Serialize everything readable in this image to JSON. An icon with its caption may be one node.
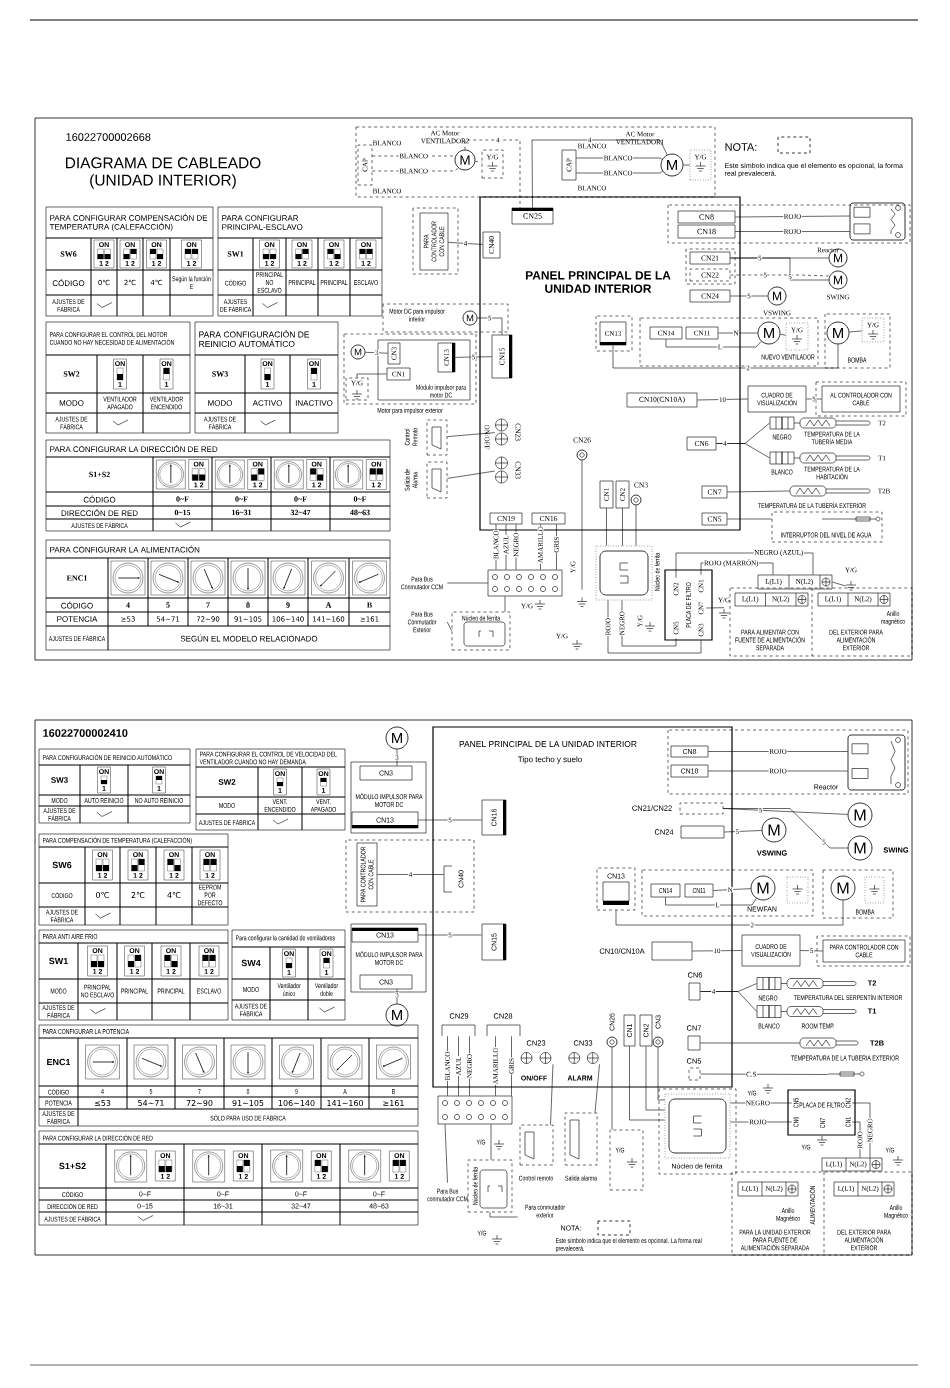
{
  "diagram": {
    "title": "DIAGRAMA DE CABLEADO (UNIDAD INTERIOR)",
    "nodes": [
      {
        "text": [
          "PANEL PRINCIPAL DE LA UNIDAD INTERIOR"
        ]
      },
      {
        "text": [
          "CN25"
        ],
        "in": 0
      },
      {
        "text": [
          "CN40"
        ],
        "in": 0
      },
      {
        "text": [
          "CN15"
        ],
        "in": 0
      },
      {
        "text": [
          "CN8"
        ],
        "in": 0
      },
      {
        "text": [
          "CN18"
        ],
        "in": 0
      },
      {
        "text": [
          "CN21"
        ],
        "in": 0
      },
      {
        "text": [
          "CN22"
        ],
        "in": 0
      },
      {
        "text": [
          "CN24"
        ],
        "in": 0
      },
      {
        "text": [
          "CN13"
        ],
        "in": 0
      },
      {
        "text": [
          "CN14"
        ],
        "in": 0
      },
      {
        "text": [
          "CN11"
        ],
        "in": 0
      },
      {
        "text": [
          "CN10(CN10A)"
        ],
        "in": 0
      },
      {
        "text": [
          "CN6"
        ],
        "in": 0
      },
      {
        "text": [
          "CN7"
        ],
        "in": 0
      },
      {
        "text": [
          "CN5"
        ],
        "in": 0
      },
      {
        "text": [
          "CN26"
        ],
        "in": 0
      },
      {
        "text": [
          "CN1"
        ],
        "in": 0
      },
      {
        "text": [
          "CN2"
        ],
        "in": 0
      },
      {
        "text": [
          "CN3"
        ],
        "in": 0
      },
      {
        "text": [
          "CN23"
        ],
        "in": 0
      },
      {
        "text": [
          "CN33"
        ],
        "in": 0
      },
      {
        "text": [
          "CN19"
        ],
        "in": 0
      },
      {
        "text": [
          "CN16"
        ],
        "in": 0
      },
      {
        "text": [
          "M"
        ],
        "beside": [
          "AC Motor VENTILADOR2"
        ]
      },
      {
        "text": [
          "M"
        ]
      },
      {
        "text": [
          "CAP"
        ]
      },
      {
        "text": [
          "CAP"
        ]
      },
      {
        "text": [
          "Y/G"
        ]
      },
      {
        "text": [
          "Y/G"
        ]
      },
      {
        "text": [
          "PARA CONTROLADOR CON CABLE"
        ]
      },
      {
        "text": [
          "M"
        ],
        "beside": [
          "Motor DC para impulsor interior"
        ]
      },
      {
        "text": [
          "Módulo impulsor para motor DC"
        ]
      },
      {
        "text": [
          "CN3"
        ],
        "in": 32
      },
      {
        "text": [
          "CN1"
        ],
        "in": 32
      },
      {
        "text": [
          "CN13"
        ],
        "in": 32
      },
      {
        "text": [
          "M"
        ]
      },
      {
        "text": [
          "Y/G"
        ]
      },
      {
        "text": [],
        "shape": "box",
        "beside": [
          "Control Remoto"
        ]
      },
      {
        "text": [],
        "shape": "box",
        "beside": [
          "Salida de Alarma"
        ]
      },
      {
        "text": [
          "M"
        ]
      },
      {
        "text": [
          "Y/G"
        ]
      },
      {
        "text": [
          "M"
        ],
        "beside": [
          "BOMBA"
        ]
      },
      {
        "text": [
          "Y/G"
        ]
      },
      {
        "text": [],
        "shape": "picture"
      },
      {
        "text": [
          "M"
        ]
      },
      {
        "text": [
          "M"
        ],
        "beside": [
          "SWING"
        ]
      },
      {
        "text": [
          "M"
        ],
        "beside": [
          "VSWING"
        ]
      },
      {
        "text": [
          "CUADRO DE VISUALIZACIÓN"
        ]
      },
      {
        "text": [
          "AL CONTROLADOR CON CABLE"
        ]
      },
      {
        "text": [],
        "shape": "picture",
        "beside": [
          "T2",
          "TEMPERATURA DE LA TUBERÍA MEDIA"
        ]
      },
      {
        "text": [],
        "shape": "picture",
        "beside": [
          "T1",
          "TEMPERATURA DE LA HABITACIÓN"
        ]
      },
      {
        "text": [],
        "shape": "picture",
        "beside": [
          "T2B"
        ]
      },
      {
        "text": [
          "INTERRUPTOR DEL NIVEL DE AGUA"
        ]
      },
      {
        "text": [],
        "shape": "box"
      },
      {
        "text": [],
        "shape": "picture",
        "beside": [
          "Núcleo de ferrita"
        ]
      },
      {
        "text": [
          "PLACA DE FILTRO"
        ]
      },
      {
        "text": [
          "CN2"
        ],
        "in": 56
      },
      {
        "text": [
          "CN1"
        ],
        "in": 56
      },
      {
        "text": [
          "CN7"
        ],
        "in": 56
      },
      {
        "text": [
          "CN5"
        ],
        "in": 56
      },
      {
        "text": [
          "CN3"
        ],
        "in": 56
      },
      {
        "text": [
          "L(L1)",
          "N(L2)"
        ]
      },
      {
        "text": [
          "L(L1)",
          "N(L2)"
        ]
      },
      {
        "text": [
          "L(L1)",
          "N(L2)"
        ]
      },
      {
        "text": [
          "Para Bus Conmutador CCM"
        ]
      },
      {
        "text": [
          "Para Bus Conmutador Exterior"
        ]
      },
      {
        "text": [
          "Núcleo de ferrita"
        ]
      },
      {
        "text": [],
        "shape": "picture"
      },
      {
        "text": [
          "PANEL PRINCIPAL DE LA UNIDAD INTERIOR",
          "Tipo techo y suelo"
        ]
      },
      {
        "text": [
          "CN8"
        ],
        "in": 69
      },
      {
        "text": [
          "CN18"
        ],
        "in": 69
      },
      {
        "text": [
          "CN21/CN22"
        ],
        "in": 69
      },
      {
        "text": [
          "CN24"
        ],
        "in": 69
      },
      {
        "text": [
          "CN13"
        ],
        "in": 69
      },
      {
        "text": [
          "CN14"
        ],
        "in": 69
      },
      {
        "text": [
          "CN11"
        ],
        "in": 69
      },
      {
        "text": [
          "CN10/CN10A"
        ],
        "in": 69
      },
      {
        "text": [
          "CN6"
        ],
        "in": 69
      },
      {
        "text": [
          "CN7"
        ],
        "in": 69
      },
      {
        "text": [
          "CN5"
        ],
        "in": 69
      },
      {
        "text": [
          "CN29"
        ],
        "in": 69
      },
      {
        "text": [
          "CN28"
        ],
        "in": 69
      },
      {
        "text": [
          "CN23"
        ],
        "in": 69
      },
      {
        "text": [
          "CN33"
        ],
        "in": 69
      },
      {
        "text": [
          "CN26"
        ],
        "in": 69
      },
      {
        "text": [
          "CN1"
        ],
        "in": 69
      },
      {
        "text": [
          "CN2"
        ],
        "in": 69
      },
      {
        "text": [
          "CN3"
        ],
        "in": 69
      },
      {
        "text": [
          "CN16"
        ],
        "in": 69
      },
      {
        "text": [
          "CN40"
        ],
        "in": 69
      },
      {
        "text": [
          "CN15"
        ],
        "in": 69
      },
      {
        "text": [
          "M"
        ]
      },
      {
        "text": [
          "MÓDULO IMPULSOR PARA MOTOR DC"
        ]
      },
      {
        "text": [
          "CN3"
        ],
        "in": 93
      },
      {
        "text": [
          "CN13"
        ],
        "in": 93
      },
      {
        "text": [
          "PARA CONTROLADOR CON CABLE"
        ]
      },
      {
        "text": [
          "MÓDULO IMPULSOR PARA MOTOR DC"
        ]
      },
      {
        "text": [
          "CN13"
        ],
        "in": 97
      },
      {
        "text": [
          "CN3"
        ],
        "in": 97
      },
      {
        "text": [
          "M"
        ]
      },
      {
        "text": [],
        "shape": "picture",
        "beside": [
          "Reactor"
        ]
      },
      {
        "text": [
          "M"
        ]
      },
      {
        "text": [
          "M"
        ],
        "beside": [
          "VSWING"
        ]
      },
      {
        "text": [
          "M"
        ],
        "beside": [
          "SWING"
        ]
      },
      {
        "text": [
          "M"
        ],
        "beside": [
          "NEWFAN"
        ]
      },
      {
        "text": [
          "M"
        ],
        "beside": [
          "BOMBA"
        ]
      },
      {
        "text": [
          "CUADRO DE VISUALIZACIÓN"
        ]
      },
      {
        "text": [
          "PARA CONTROLADOR CON CABLE"
        ]
      },
      {
        "text": [],
        "shape": "picture",
        "beside": [
          "T2",
          "TEMPERATURA DEL SERPENTÍN INTERIOR"
        ]
      },
      {
        "text": [],
        "shape": "picture",
        "beside": [
          "T1",
          "ROOM TEMP."
        ]
      },
      {
        "text": [],
        "shape": "picture",
        "beside": [
          "T2B",
          "TEMPERATURA DE LA TUBERIA EXTERIOR"
        ]
      },
      {
        "text": [],
        "shape": "picture"
      },
      {
        "text": [],
        "shape": "box"
      },
      {
        "text": [],
        "shape": "box",
        "beside": [
          "Control remoto"
        ]
      },
      {
        "text": [],
        "shape": "box",
        "beside": [
          "Salida alarma"
        ]
      },
      {
        "text": [
          "Y/G"
        ]
      },
      {
        "text": [],
        "shape": "picture",
        "beside": [
          "Núcleo de ferrita"
        ]
      },
      {
        "text": [
          "PLACA DE FILTRO"
        ]
      },
      {
        "text": [
          "CN5"
        ],
        "in": 118
      },
      {
        "text": [
          "CN2"
        ],
        "in": 118
      },
      {
        "text": [
          "CN6"
        ],
        "in": 118
      },
      {
        "text": [
          "CN7"
        ],
        "in": 118
      },
      {
        "text": [
          "CN1"
        ],
        "in": 118
      },
      {
        "text": [
          "L(L1)",
          "N(L2)"
        ]
      },
      {
        "text": [
          "L(L1)",
          "N(L2)"
        ]
      },
      {
        "text": [
          "L(L1)",
          "N(L2)"
        ]
      },
      {
        "text": [
          "Para Bus conmutador CCM"
        ]
      },
      {
        "text": [
          "Núcleo de ferrita"
        ]
      },
      {
        "text": [
          "Para conmutador exterior"
        ]
      },
      {
        "text": [],
        "shape": "picture"
      },
      {
        "text": [],
        "shape": "picture"
      }
    ],
    "edges": [
      {
        "from": 25,
        "to": 1,
        "arrow": "none",
        "label": "4"
      },
      {
        "from": 24,
        "to": 1,
        "arrow": "none",
        "label": "4",
        "style": "dashed"
      },
      {
        "from": 26,
        "to": 24,
        "arrow": "none",
        "label": "BLANCO",
        "style": "dashed"
      },
      {
        "from": 26,
        "to": 24,
        "arrow": "none",
        "label": "BLANCO",
        "style": "dashed"
      },
      {
        "from": 27,
        "to": 25,
        "arrow": "none",
        "label": "BLANCO"
      },
      {
        "from": 27,
        "to": 25,
        "arrow": "none",
        "label": "BLANCO"
      },
      {
        "from": 24,
        "to": 28,
        "arrow": "none",
        "style": "dashed"
      },
      {
        "from": 25,
        "to": 29,
        "arrow": "none"
      },
      {
        "from": 30,
        "to": 2,
        "arrow": "none",
        "label": "4"
      },
      {
        "from": 31,
        "to": 3,
        "arrow": "none",
        "label": "5"
      },
      {
        "from": 35,
        "to": 3,
        "arrow": "none",
        "label": "5"
      },
      {
        "from": 36,
        "to": 33,
        "arrow": "none",
        "label": "3"
      },
      {
        "from": 34,
        "to": 37,
        "arrow": "none"
      },
      {
        "from": 38,
        "to": 20,
        "arrow": "none"
      },
      {
        "from": 39,
        "to": 21,
        "arrow": "none"
      },
      {
        "from": 4,
        "to": 44,
        "arrow": "none",
        "label": "ROJO"
      },
      {
        "from": 5,
        "to": 44,
        "arrow": "none",
        "label": "ROJO"
      },
      {
        "from": 6,
        "to": 45,
        "arrow": "none",
        "label": "5"
      },
      {
        "from": 6,
        "to": 46,
        "arrow": "none",
        "label": "5"
      },
      {
        "from": 7,
        "to": 46,
        "arrow": "none",
        "label": "5",
        "style": "dashed"
      },
      {
        "from": 8,
        "to": 47,
        "arrow": "none",
        "label": "5"
      },
      {
        "from": 11,
        "to": 40,
        "arrow": "none",
        "label": "N"
      },
      {
        "from": 10,
        "to": 40,
        "arrow": "none",
        "label": "L"
      },
      {
        "from": 40,
        "to": 41,
        "arrow": "none"
      },
      {
        "from": 42,
        "to": 43,
        "arrow": "none"
      },
      {
        "from": 9,
        "to": 42,
        "arrow": "none",
        "label": "2"
      },
      {
        "from": 12,
        "to": 48,
        "arrow": "none",
        "label": "10"
      },
      {
        "from": 48,
        "to": 49,
        "arrow": "none",
        "label": "5"
      },
      {
        "from": 13,
        "to": 50,
        "arrow": "none",
        "label": "4"
      },
      {
        "from": 13,
        "to": 51,
        "arrow": "none"
      },
      {
        "from": 14,
        "to": 52,
        "arrow": "none"
      },
      {
        "from": 15,
        "to": 53,
        "arrow": "none"
      },
      {
        "from": 22,
        "to": 54,
        "arrow": "none",
        "label": "BLANCO"
      },
      {
        "from": 22,
        "to": 54,
        "arrow": "none",
        "label": "AZUL"
      },
      {
        "from": 22,
        "to": 54,
        "arrow": "none",
        "label": "NEGRO"
      },
      {
        "from": 23,
        "to": 54,
        "arrow": "none",
        "label": "AMARILLO"
      },
      {
        "from": 23,
        "to": 54,
        "arrow": "none",
        "label": "GRIS"
      },
      {
        "from": 16,
        "to": 68,
        "arrow": "none"
      },
      {
        "from": 17,
        "to": 55,
        "arrow": "none"
      },
      {
        "from": 18,
        "to": 55,
        "arrow": "none"
      },
      {
        "from": 19,
        "to": 55,
        "arrow": "none"
      },
      {
        "from": 55,
        "to": 61,
        "arrow": "none",
        "label": "ROJO"
      },
      {
        "from": 55,
        "to": 60,
        "arrow": "none",
        "label": "NEGRO"
      },
      {
        "from": 57,
        "to": 62,
        "arrow": "none",
        "label": "NEGRO (AZUL)"
      },
      {
        "from": 58,
        "to": 62,
        "arrow": "none",
        "label": "ROJO (MARRÓN)"
      },
      {
        "from": 54,
        "to": 65,
        "arrow": "none"
      },
      {
        "from": 54,
        "to": 67,
        "arrow": "none"
      },
      {
        "from": 67,
        "to": 66,
        "arrow": "none"
      },
      {
        "from": 59,
        "to": 130,
        "arrow": "none"
      },
      {
        "from": 62,
        "to": 131,
        "arrow": "none"
      },
      {
        "from": 92,
        "to": 94,
        "arrow": "none",
        "label": "3"
      },
      {
        "from": 95,
        "to": 89,
        "arrow": "none",
        "label": "5"
      },
      {
        "from": 96,
        "to": 90,
        "arrow": "none",
        "label": "4"
      },
      {
        "from": 98,
        "to": 91,
        "arrow": "none",
        "label": "5"
      },
      {
        "from": 99,
        "to": 100,
        "arrow": "none",
        "label": "3"
      },
      {
        "from": 70,
        "to": 101,
        "arrow": "none",
        "label": "ROJO"
      },
      {
        "from": 71,
        "to": 101,
        "arrow": "none",
        "label": "ROJO"
      },
      {
        "from": 72,
        "to": 102,
        "arrow": "none",
        "label": "5"
      },
      {
        "from": 72,
        "to": 104,
        "arrow": "none",
        "label": "5"
      },
      {
        "from": 73,
        "to": 103,
        "arrow": "none",
        "label": "5"
      },
      {
        "from": 76,
        "to": 105,
        "arrow": "none",
        "label": "N"
      },
      {
        "from": 75,
        "to": 105,
        "arrow": "none",
        "label": "L"
      },
      {
        "from": 74,
        "to": 106,
        "arrow": "none",
        "label": "2"
      },
      {
        "from": 77,
        "to": 107,
        "arrow": "none",
        "label": "10"
      },
      {
        "from": 107,
        "to": 108,
        "arrow": "none",
        "label": "5"
      },
      {
        "from": 78,
        "to": 109,
        "arrow": "none",
        "label": "4"
      },
      {
        "from": 78,
        "to": 110,
        "arrow": "none"
      },
      {
        "from": 79,
        "to": 111,
        "arrow": "none"
      },
      {
        "from": 80,
        "to": 112,
        "arrow": "none",
        "label": "C.S"
      },
      {
        "from": 81,
        "to": 113,
        "arrow": "none",
        "label": "BLANCO"
      },
      {
        "from": 81,
        "to": 113,
        "arrow": "none",
        "label": "AZUL"
      },
      {
        "from": 81,
        "to": 113,
        "arrow": "none",
        "label": "NEGRO"
      },
      {
        "from": 82,
        "to": 113,
        "arrow": "none",
        "label": "AMARILLO"
      },
      {
        "from": 82,
        "to": 113,
        "arrow": "none",
        "label": "GRIS"
      },
      {
        "from": 83,
        "to": 114,
        "arrow": "none"
      },
      {
        "from": 84,
        "to": 115,
        "arrow": "none"
      },
      {
        "from": 85,
        "to": 116,
        "arrow": "none"
      },
      {
        "from": 86,
        "to": 117,
        "arrow": "none"
      },
      {
        "from": 87,
        "to": 117,
        "arrow": "none"
      },
      {
        "from": 88,
        "to": 117,
        "arrow": "none"
      },
      {
        "from": 117,
        "to": 119,
        "arrow": "none",
        "label": "NEGRO"
      },
      {
        "from": 117,
        "to": 121,
        "arrow": "none",
        "label": "ROJO"
      },
      {
        "from": 120,
        "to": 124,
        "arrow": "none",
        "label": "NEGRO"
      },
      {
        "from": 123,
        "to": 124,
        "arrow": "none",
        "label": "ROJO"
      },
      {
        "from": 113,
        "to": 127,
        "arrow": "none"
      },
      {
        "from": 113,
        "to": 128,
        "arrow": "none"
      },
      {
        "from": 128,
        "to": 129,
        "arrow": "none"
      }
    ],
    "labels": [
      "16022700002668",
      "PARA CONFIGURAR COMPENSACIÓN DE TEMPERATURA (CALEFACCIÓN)",
      "SW6",
      "ON",
      "1 2",
      "ON",
      "1 2",
      "ON",
      "1 2",
      "ON",
      "1 2",
      "CÓDIGO",
      "0℃",
      "2℃",
      "4℃",
      "Según la función E",
      "AJUSTES DE FÁBRICA",
      "PARA CONFIGURAR PRINCIPAL-ESCLAVO",
      "SW1",
      "ON",
      "1 2",
      "ON",
      "1 2",
      "ON",
      "1 2",
      "ON",
      "1 2",
      "CÓDIGO",
      "PRINCIPAL NO ESCLAVO",
      "PRINCIPAL",
      "PRINCIPAL",
      "ESCLAVO",
      "AJUSTES DE FÁBRICA",
      "PARA CONFIGURAR EL CONTROL DEL MOTOR CUANDO NO HAY NECESIDAD DE ALIMENTACIÓN",
      "SW2",
      "ON",
      "1",
      "ON",
      "1",
      "MODO",
      "VENTILADOR APAGADO",
      "VENTILADOR ENCENDIDO",
      "AJUSTES DE FÁBRICA",
      "PARA CONFIGURACIÓN DE REINICIO AUTOMÁTICO",
      "SW3",
      "ON",
      "1",
      "ON",
      "1",
      "MODO",
      "ACTIVO",
      "INACTIVO",
      "AJUSTES DE FÁBRICA",
      "PARA CONFIGURAR LA DIRECCIÓN DE RED",
      "S1+S2",
      "ON",
      "1 2",
      "ON",
      "1 2",
      "ON",
      "1 2",
      "ON",
      "1 2",
      "CÓDIGO",
      "0~F",
      "0~F",
      "0~F",
      "0~F",
      "DIRECCIÓN DE RED",
      "0~15",
      "16~31",
      "32~47",
      "48~63",
      "AJUSTES DE FÁBRICA",
      "PARA CONFIGURAR LA ALIMENTACIÓN",
      "ENC1",
      "CÓDIGO",
      "4",
      "5",
      "7",
      "8",
      "9",
      "A",
      "B",
      "POTENCIA",
      "≥53",
      "54~71",
      "72~90",
      "91~105",
      "106~140",
      "141~160",
      "≥161",
      "AJUSTES DE FÁBRICA",
      "SEGÚN EL MODELO RELACIONADO",
      "BLANCO",
      "BLANCO",
      "BLANCO",
      "BLANCO",
      "AC Motor VENTILADOR1",
      "NOTA:",
      "Este símbolo indica que el elemento es opcional, la forma real prevalecerá.",
      "Reactor",
      "Motor para impulsor exterior",
      "ON/OFF",
      "NUEVO VENTILADOR",
      "NEGRO",
      "BLANCO",
      "TEMPERATURA DE LA TUBERÍA EXTERIOR",
      "Y/G",
      "Y/G",
      "Y/G",
      "Y/G",
      "Y/G",
      "Y/G",
      "Anillo magnético",
      "PARA ALIMENTAR CON FUENTE DE ALIMENTACIÓN SEPARADA",
      "DEL EXTERIOR PARA ALIMENTACIÓN EXTERIOR",
      "16022700002410",
      "PARA CONFIGURACIÓN DE REINICIO AUTOMÁTICO",
      "SW3",
      "ON",
      "1",
      "ON",
      "1",
      "MODO",
      "AUTO REINICIO",
      "NO AUTO REINICIO",
      "AJUSTES DE FÁBRICA",
      "PARA CONFIGURAR EL CONTROL DE VELOCIDAD DEL VENTILADOR CUANDO NO HAY DEMANDA",
      "SW2",
      "ON",
      "1",
      "ON",
      "1",
      "MODO",
      "VENT. ENCENDIDO",
      "VENT. APAGADO",
      "AJUSTES DE FÁBRICA",
      "PARA COMPENSACIÓN DE TEMPERATURA (CALEFACCIÓN)",
      "SW6",
      "ON",
      "1 2",
      "ON",
      "1 2",
      "ON",
      "1 2",
      "ON",
      "1 2",
      "CÓDIGO",
      "0℃",
      "2℃",
      "4℃",
      "EEPROM POR DEFECTO",
      "AJUSTES DE FÁBRICA",
      "PARA ANTI AIRE FRIO",
      "SW1",
      "ON",
      "1 2",
      "ON",
      "1 2",
      "ON",
      "1 2",
      "ON",
      "1 2",
      "MODO",
      "PRINCIPAL NO ESCLAVO",
      "PRINCIPAL",
      "PRINCIPAL",
      "ESCLAVO",
      "AJUSTES DE FÁBRICA",
      "Para configurar la cantidad de ventiladores",
      "SW4",
      "ON",
      "1",
      "ON",
      "1",
      "MODO",
      "Ventilador único",
      "Ventilador doble",
      "AJUSTES DE FÁBRICA",
      "PARA CONFIGURAR LA POTENCIA",
      "ENC1",
      "CÓDIGO",
      "4",
      "5",
      "7",
      "8",
      "9",
      "A",
      "B",
      "POTENCIA",
      "≤53",
      "54~71",
      "72~90",
      "91~105",
      "106~140",
      "141~160",
      "≥161",
      "AJUSTES DE FÁBRICA",
      "SÓLO PARA USO DE FÁBRICA",
      "PARA CONFIGURAR LA DIRECCIÓN DE RED",
      "S1+S2",
      "ON",
      "1 2",
      "ON",
      "1 2",
      "ON",
      "1 2",
      "ON",
      "1 2",
      "CÓDIGO",
      "0~F",
      "0~F",
      "0~F",
      "0~F",
      "DIRECCIÓN DE RED",
      "0~15",
      "16~31",
      "32~47",
      "48~63",
      "AJUSTES DE FÁBRICA",
      "ON/OFF",
      "ALARM",
      "NEGRO",
      "BLANCO",
      "Y/G",
      "Y/G",
      "Y/G",
      "Y/G",
      "Y/G",
      "ALIMENTACIÓN",
      "Anillo Magnético",
      "Anillo Magnético",
      "PARA LA UNIDAD EXTERIOR PARA FUENTE DE ALIMENTACIÓN SEPARADA",
      "DEL EXTERIOR PARA ALIMENTACIÓN EXTERIOR",
      "NOTA:",
      "Este símbolo indica que el elemento es opcional. La forma real prevalecerá."
    ]
  }
}
